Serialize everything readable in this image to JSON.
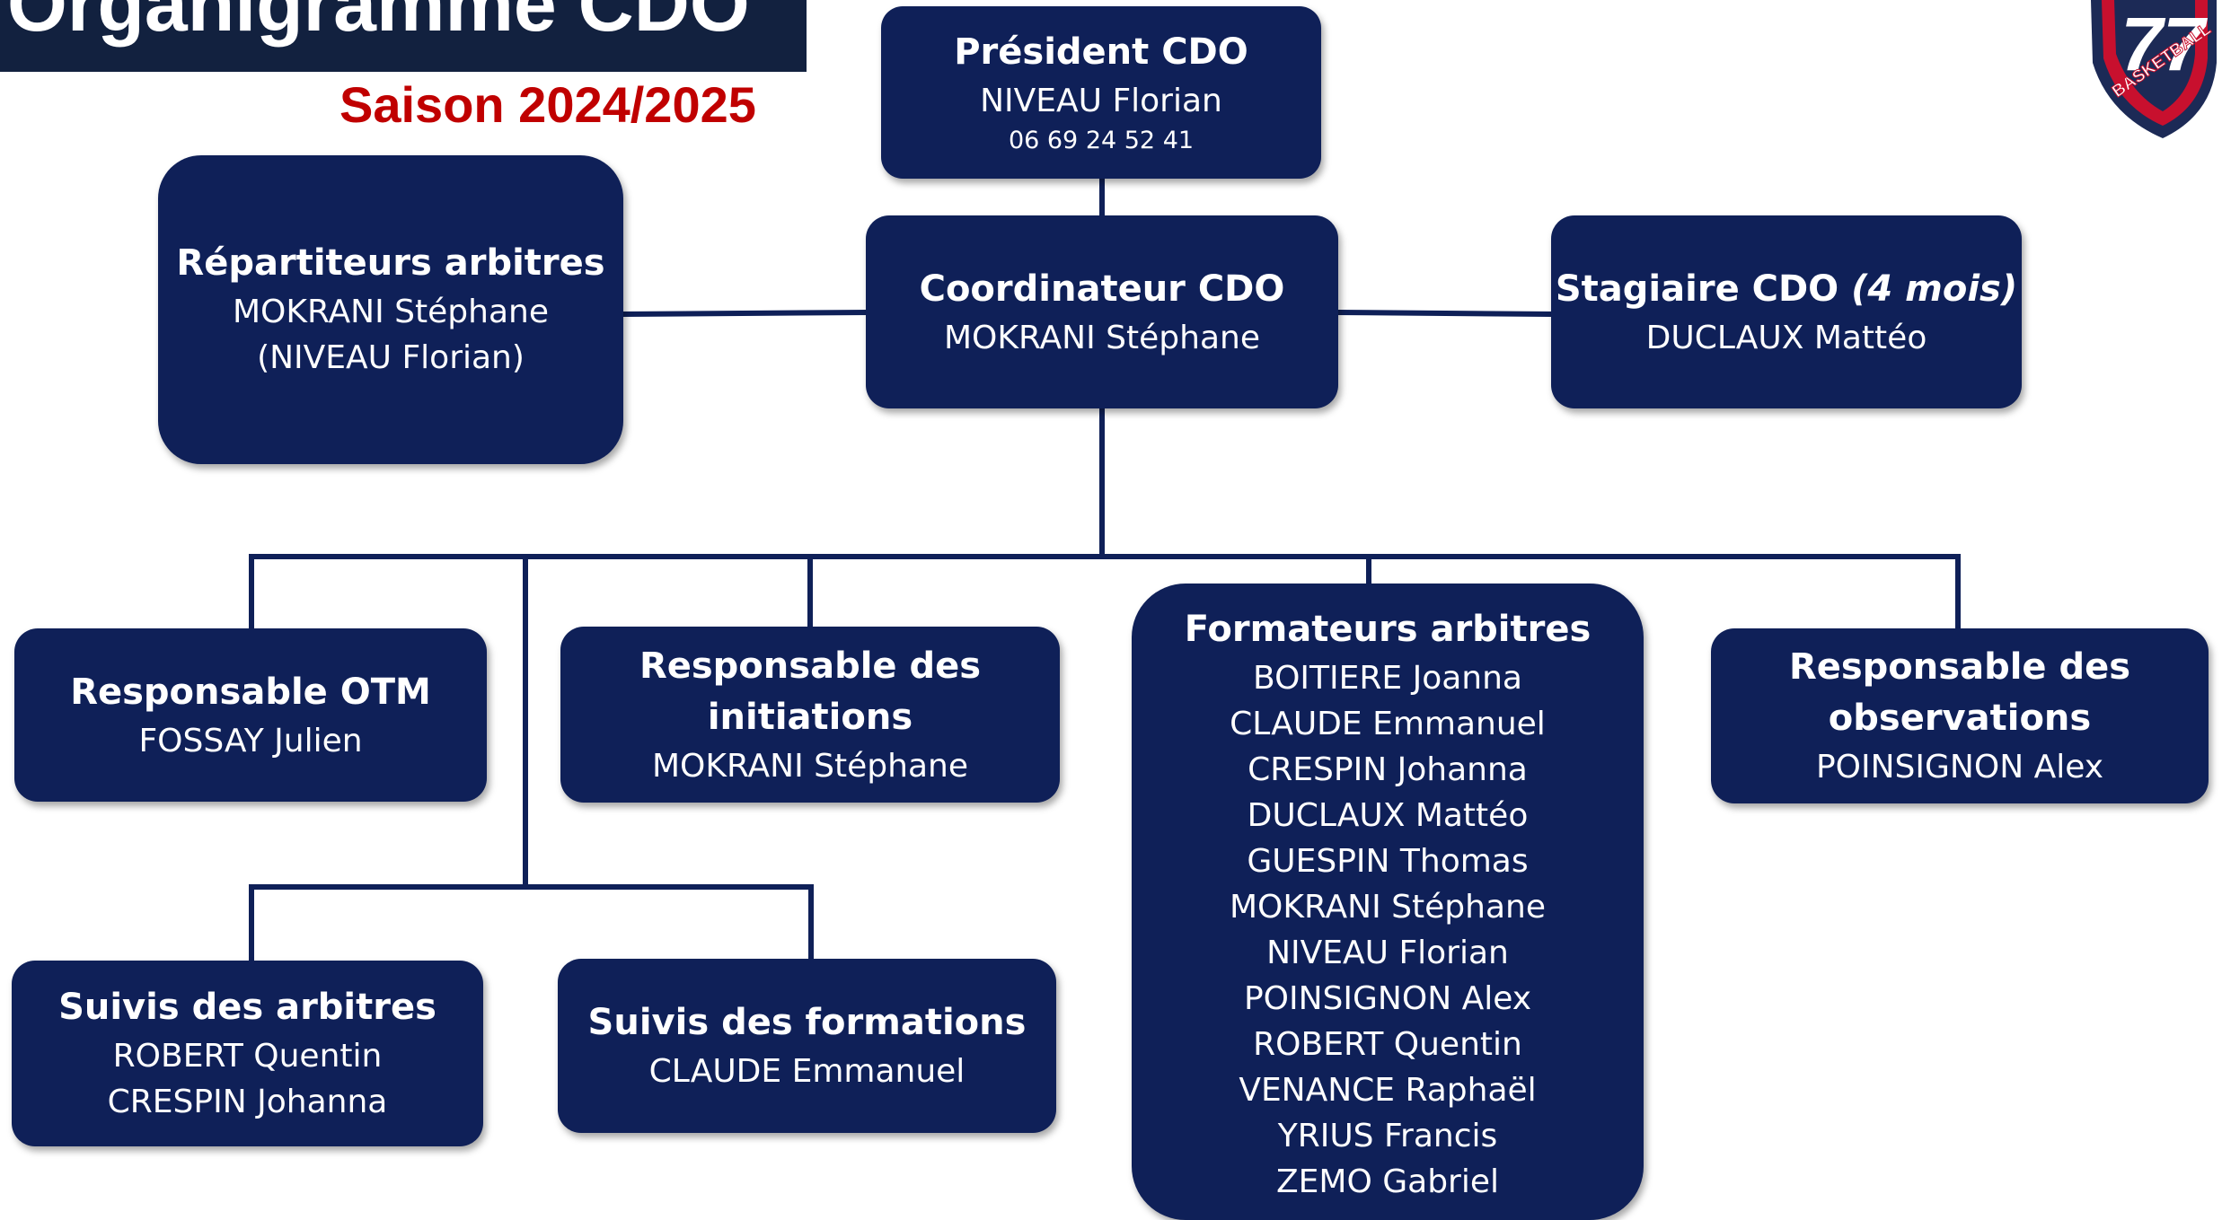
{
  "header": {
    "title": "Organigramme CDO",
    "subtitle": "Saison 2024/2025"
  },
  "colors": {
    "box": "#0f2058",
    "title_bar": "#12213f",
    "subtitle": "#c00000",
    "connector": "#0f2058"
  },
  "logo": {
    "icon": "basketball-77-shield-icon",
    "number": "77",
    "text": "BASKETBALL"
  },
  "president": {
    "title": "Président CDO",
    "name": "NIVEAU Florian",
    "phone": "06 69 24 52 41"
  },
  "coordinator": {
    "title": "Coordinateur CDO",
    "name": "MOKRANI Stéphane"
  },
  "referee_dispatchers": {
    "title": "Répartiteurs arbitres",
    "names": [
      "MOKRANI Stéphane",
      "(NIVEAU Florian)"
    ]
  },
  "intern": {
    "title": "Stagiaire CDO",
    "title_note": "(4 mois)",
    "name": "DUCLAUX Mattéo"
  },
  "otm": {
    "title": "Responsable OTM",
    "name": "FOSSAY Julien"
  },
  "initiations": {
    "title_lines": [
      "Responsable des",
      "initiations"
    ],
    "name": "MOKRANI Stéphane"
  },
  "trainers": {
    "title": "Formateurs arbitres",
    "names": [
      "BOITIERE Joanna",
      "CLAUDE Emmanuel",
      "CRESPIN Johanna",
      "DUCLAUX Mattéo",
      "GUESPIN Thomas",
      "MOKRANI Stéphane",
      "NIVEAU Florian",
      "POINSIGNON Alex",
      "ROBERT Quentin",
      "VENANCE Raphaël",
      "YRIUS Francis",
      "ZEMO Gabriel"
    ]
  },
  "observations": {
    "title_lines": [
      "Responsable des",
      "observations"
    ],
    "name": "POINSIGNON Alex"
  },
  "referee_followup": {
    "title": "Suivis des arbitres",
    "names": [
      "ROBERT Quentin",
      "CRESPIN Johanna"
    ]
  },
  "training_followup": {
    "title": "Suivis des formations",
    "name": "CLAUDE Emmanuel"
  }
}
